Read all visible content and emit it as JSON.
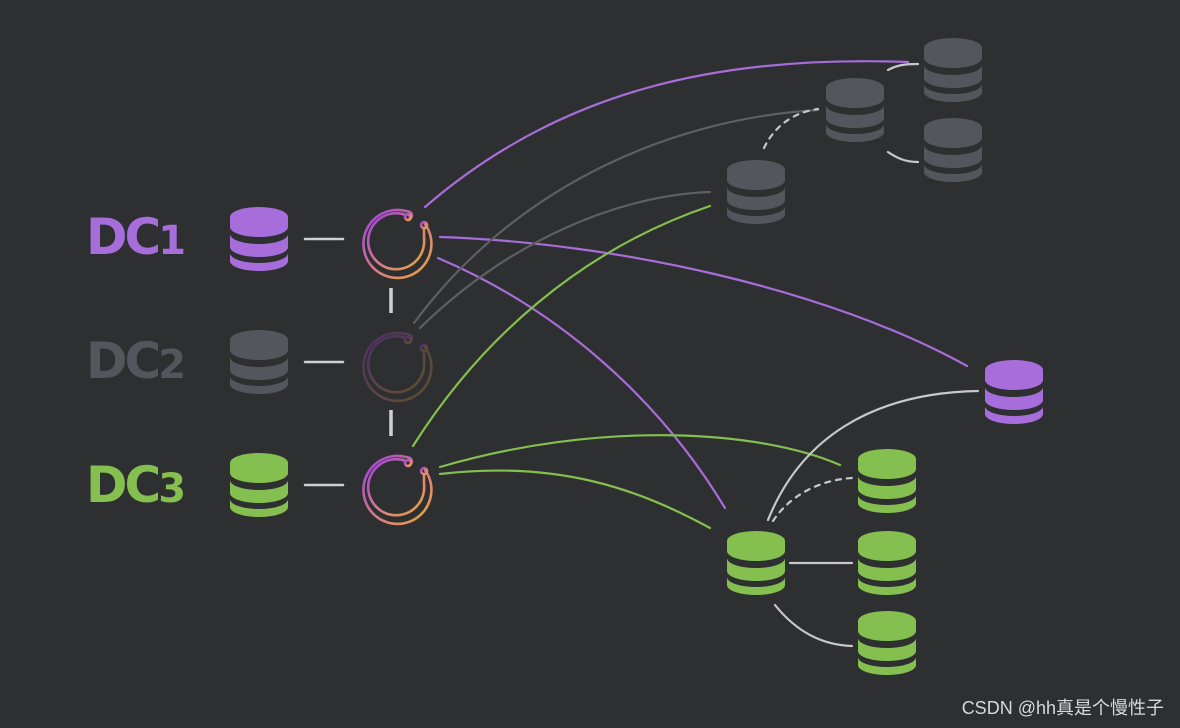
{
  "colors": {
    "background": "#2e2f31",
    "dc1": "#a66ddb",
    "dc2": "#53565c",
    "dc3": "#84bf4f",
    "link_light": "#c8c8c8",
    "link_dim": "#5d5f63",
    "node_gradient_start": "#9b3fe0",
    "node_gradient_mid": "#d87c8a",
    "node_gradient_end": "#e8a634"
  },
  "datacenters": [
    {
      "id": "dc1",
      "prefix": "DC",
      "number": "1",
      "label": "DC1",
      "state": "active",
      "color": "#a66ddb"
    },
    {
      "id": "dc2",
      "prefix": "DC",
      "number": "2",
      "label": "DC2",
      "state": "inactive",
      "color": "#53565c"
    },
    {
      "id": "dc3",
      "prefix": "DC",
      "number": "3",
      "label": "DC3",
      "state": "active",
      "color": "#84bf4f"
    }
  ],
  "icons": {
    "database": "database-icon",
    "node": "cluster-node-icon"
  },
  "remote_databases": [
    {
      "id": "gray-top-right",
      "color": "gray"
    },
    {
      "id": "gray-mid",
      "color": "gray"
    },
    {
      "id": "gray-lower-right",
      "color": "gray"
    },
    {
      "id": "gray-left",
      "color": "gray"
    },
    {
      "id": "purple-right",
      "color": "purple"
    },
    {
      "id": "green-hub",
      "color": "green"
    },
    {
      "id": "green-top",
      "color": "green"
    },
    {
      "id": "green-middle",
      "color": "green"
    },
    {
      "id": "green-bottom",
      "color": "green"
    }
  ],
  "watermark": "CSDN @hh真是个慢性子"
}
